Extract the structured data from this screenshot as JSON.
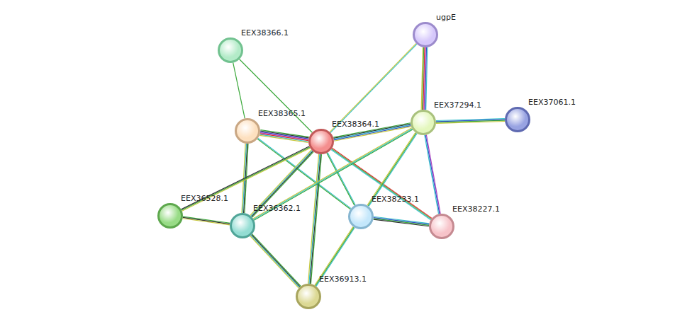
{
  "diagram": {
    "nodes": [
      {
        "text": [
          "EEX38366.1"
        ]
      },
      {
        "text": [
          "ugpE"
        ]
      },
      {
        "text": [
          "EEX38365.1"
        ]
      },
      {
        "text": [
          "EEX38364.1"
        ]
      },
      {
        "text": [
          "EEX37294.1"
        ]
      },
      {
        "text": [
          "EEX37061.1"
        ]
      },
      {
        "text": [
          "EEX36528.1"
        ]
      },
      {
        "text": [
          "EEX36362.1"
        ]
      },
      {
        "text": [
          "EEX38233.1"
        ]
      },
      {
        "text": [
          "EEX38227.1"
        ]
      },
      {
        "text": [
          "EEX36913.1"
        ]
      }
    ],
    "edges": [
      {
        "from": 0,
        "to": 2,
        "arrow": "none"
      },
      {
        "from": 0,
        "to": 3,
        "arrow": "none"
      },
      {
        "from": 1,
        "to": 3,
        "arrow": "none"
      },
      {
        "from": 1,
        "to": 4,
        "arrow": "none"
      },
      {
        "from": 2,
        "to": 3,
        "arrow": "none"
      },
      {
        "from": 2,
        "to": 7,
        "arrow": "none"
      },
      {
        "from": 2,
        "to": 8,
        "arrow": "none"
      },
      {
        "from": 3,
        "to": 4,
        "arrow": "none"
      },
      {
        "from": 3,
        "to": 6,
        "arrow": "none"
      },
      {
        "from": 3,
        "to": 7,
        "arrow": "none"
      },
      {
        "from": 3,
        "to": 8,
        "arrow": "none"
      },
      {
        "from": 3,
        "to": 9,
        "arrow": "none"
      },
      {
        "from": 3,
        "to": 10,
        "arrow": "none"
      },
      {
        "from": 4,
        "to": 5,
        "arrow": "none"
      },
      {
        "from": 4,
        "to": 7,
        "arrow": "none"
      },
      {
        "from": 4,
        "to": 8,
        "arrow": "none"
      },
      {
        "from": 4,
        "to": 9,
        "arrow": "none"
      },
      {
        "from": 6,
        "to": 7,
        "arrow": "none"
      },
      {
        "from": 7,
        "to": 10,
        "arrow": "none"
      },
      {
        "from": 8,
        "to": 9,
        "arrow": "none"
      },
      {
        "from": 8,
        "to": 10,
        "arrow": "none"
      }
    ]
  }
}
